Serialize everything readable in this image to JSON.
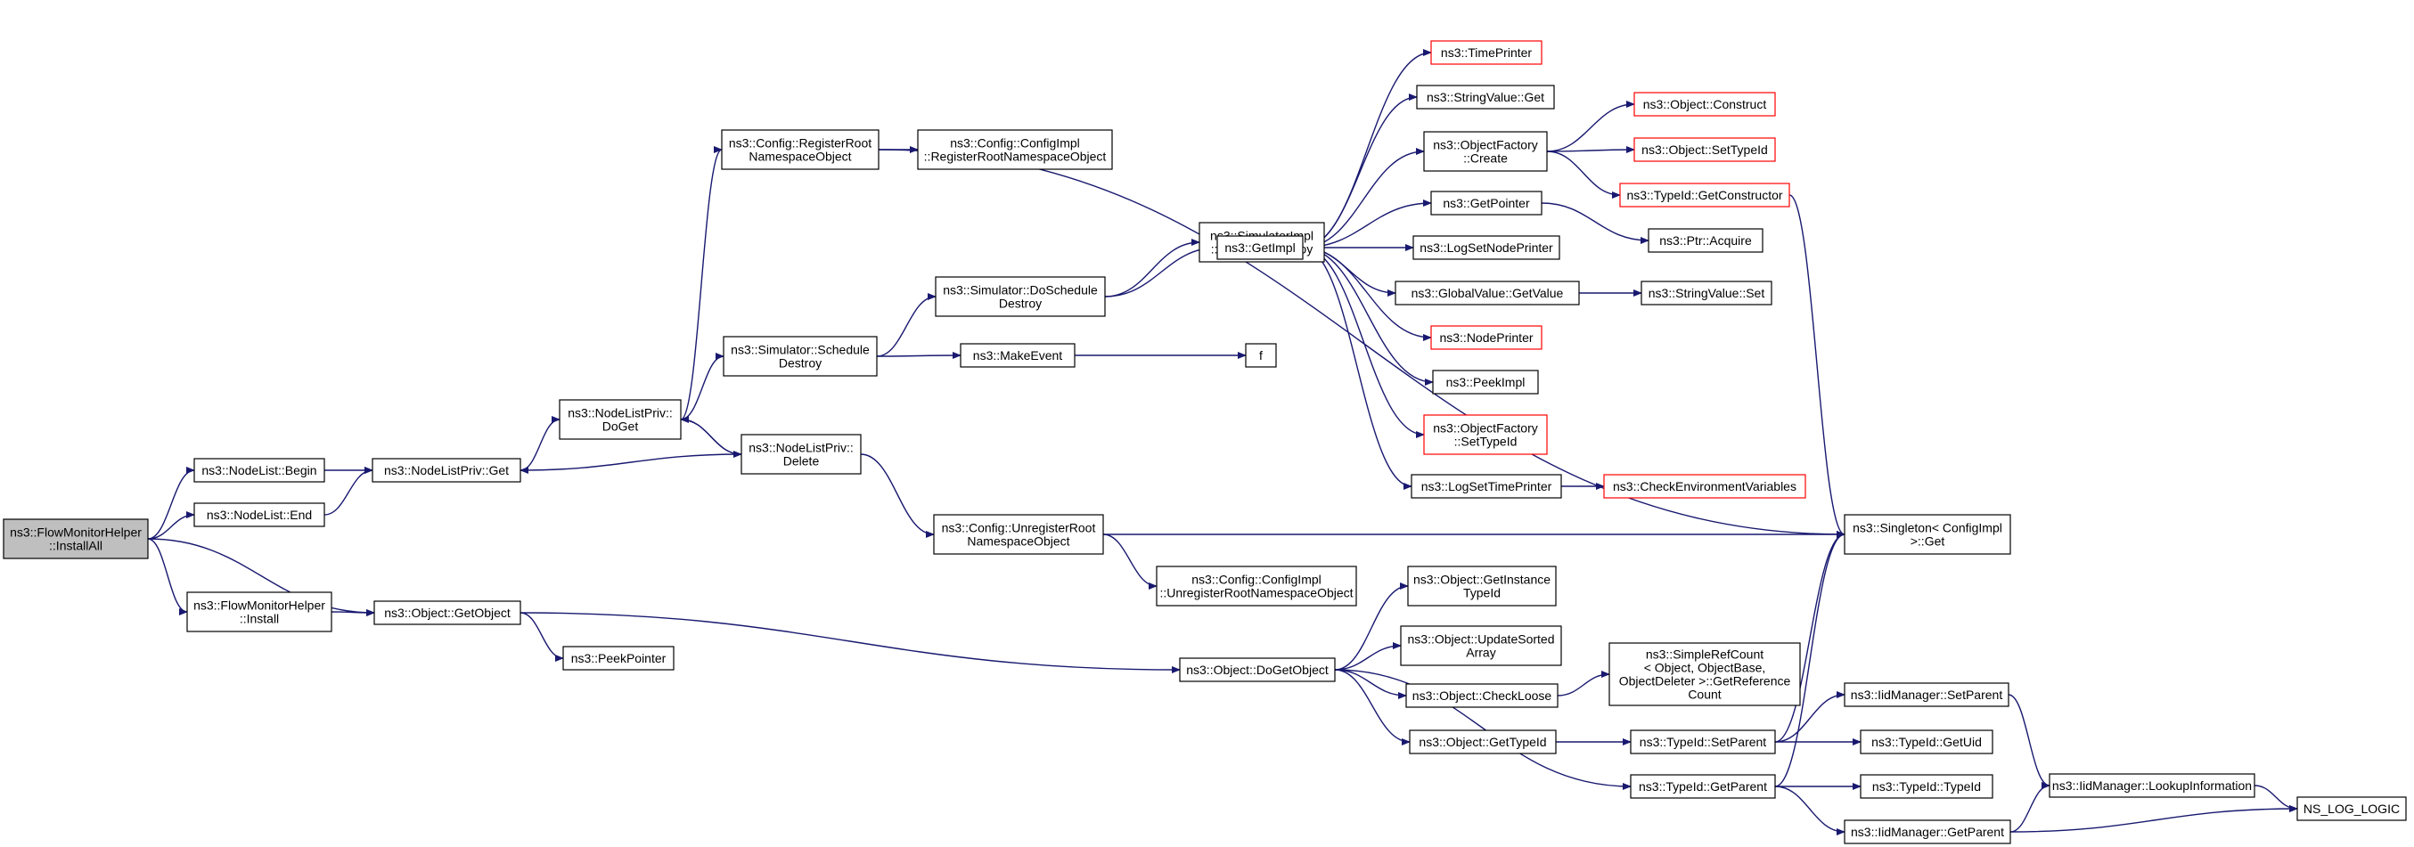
{
  "colors": {
    "edge": "#191970",
    "normal_border": "#000000",
    "truncated_border": "#ff0000",
    "root_fill": "#bfbfbf",
    "normal_fill": "#ffffff"
  },
  "nodes": [
    {
      "id": "root",
      "lines": [
        "ns3::FlowMonitorHelper",
        "::InstallAll"
      ],
      "style": "root"
    },
    {
      "id": "nl-begin",
      "lines": [
        "ns3::NodeList::Begin"
      ],
      "style": "normal"
    },
    {
      "id": "nl-end",
      "lines": [
        "ns3::NodeList::End"
      ],
      "style": "normal"
    },
    {
      "id": "fmh-install",
      "lines": [
        "ns3::FlowMonitorHelper",
        "::Install"
      ],
      "style": "normal"
    },
    {
      "id": "nlp-get",
      "lines": [
        "ns3::NodeListPriv::Get"
      ],
      "style": "normal"
    },
    {
      "id": "obj-getobject",
      "lines": [
        "ns3::Object::GetObject"
      ],
      "style": "normal"
    },
    {
      "id": "peekpointer",
      "lines": [
        "ns3::PeekPointer"
      ],
      "style": "normal"
    },
    {
      "id": "nlp-doget",
      "lines": [
        "ns3::NodeListPriv::",
        "DoGet"
      ],
      "style": "normal"
    },
    {
      "id": "nlp-delete",
      "lines": [
        "ns3::NodeListPriv::",
        "Delete"
      ],
      "style": "normal"
    },
    {
      "id": "cfg-regroot",
      "lines": [
        "ns3::Config::RegisterRoot",
        "NamespaceObject"
      ],
      "style": "normal"
    },
    {
      "id": "cfgimpl-regroot",
      "lines": [
        "ns3::Config::ConfigImpl",
        "::RegisterRootNamespaceObject"
      ],
      "style": "normal"
    },
    {
      "id": "sim-schedule",
      "lines": [
        "ns3::Simulator::Schedule",
        "Destroy"
      ],
      "style": "normal"
    },
    {
      "id": "sim-doschedule",
      "lines": [
        "ns3::Simulator::DoSchedule",
        "Destroy"
      ],
      "style": "normal"
    },
    {
      "id": "simimpl-schedule",
      "lines": [
        "ns3::SimulatorImpl",
        "::ScheduleDestroy"
      ],
      "style": "normal"
    },
    {
      "id": "makeevent",
      "lines": [
        "ns3::MakeEvent"
      ],
      "style": "normal"
    },
    {
      "id": "f",
      "lines": [
        "f"
      ],
      "style": "normal"
    },
    {
      "id": "getimpl",
      "lines": [
        "ns3::GetImpl"
      ],
      "style": "normal"
    },
    {
      "id": "timeprinter",
      "lines": [
        "ns3::TimePrinter"
      ],
      "style": "truncated"
    },
    {
      "id": "stringvalue-get",
      "lines": [
        "ns3::StringValue::Get"
      ],
      "style": "normal"
    },
    {
      "id": "objfactory-create",
      "lines": [
        "ns3::ObjectFactory",
        "::Create"
      ],
      "style": "normal"
    },
    {
      "id": "getpointer",
      "lines": [
        "ns3::GetPointer"
      ],
      "style": "normal"
    },
    {
      "id": "logsetnodeprinter",
      "lines": [
        "ns3::LogSetNodePrinter"
      ],
      "style": "normal"
    },
    {
      "id": "globalvalue-getvalue",
      "lines": [
        "ns3::GlobalValue::GetValue"
      ],
      "style": "normal"
    },
    {
      "id": "nodeprinter",
      "lines": [
        "ns3::NodePrinter"
      ],
      "style": "truncated"
    },
    {
      "id": "peekimpl",
      "lines": [
        "ns3::PeekImpl"
      ],
      "style": "normal"
    },
    {
      "id": "objfactory-settypeid",
      "lines": [
        "ns3::ObjectFactory",
        "::SetTypeId"
      ],
      "style": "truncated"
    },
    {
      "id": "logsettimeprinter",
      "lines": [
        "ns3::LogSetTimePrinter"
      ],
      "style": "normal"
    },
    {
      "id": "obj-construct",
      "lines": [
        "ns3::Object::Construct"
      ],
      "style": "truncated"
    },
    {
      "id": "obj-settypeid",
      "lines": [
        "ns3::Object::SetTypeId"
      ],
      "style": "truncated"
    },
    {
      "id": "typeid-getconstructor",
      "lines": [
        "ns3::TypeId::GetConstructor"
      ],
      "style": "truncated"
    },
    {
      "id": "ptr-acquire",
      "lines": [
        "ns3::Ptr::Acquire"
      ],
      "style": "normal"
    },
    {
      "id": "stringvalue-set",
      "lines": [
        "ns3::StringValue::Set"
      ],
      "style": "normal"
    },
    {
      "id": "checkenv",
      "lines": [
        "ns3::CheckEnvironmentVariables"
      ],
      "style": "truncated"
    },
    {
      "id": "cfg-unregroot",
      "lines": [
        "ns3::Config::UnregisterRoot",
        "NamespaceObject"
      ],
      "style": "normal"
    },
    {
      "id": "cfgimpl-unregroot",
      "lines": [
        "ns3::Config::ConfigImpl",
        "::UnregisterRootNamespaceObject"
      ],
      "style": "normal"
    },
    {
      "id": "singleton-get",
      "lines": [
        "ns3::Singleton< ConfigImpl",
        " >::Get"
      ],
      "style": "normal"
    },
    {
      "id": "obj-dogetobject",
      "lines": [
        "ns3::Object::DoGetObject"
      ],
      "style": "normal"
    },
    {
      "id": "obj-getinstancetypeid",
      "lines": [
        "ns3::Object::GetInstance",
        "TypeId"
      ],
      "style": "normal"
    },
    {
      "id": "obj-updatesorted",
      "lines": [
        "ns3::Object::UpdateSorted",
        "Array"
      ],
      "style": "normal"
    },
    {
      "id": "obj-checkloose",
      "lines": [
        "ns3::Object::CheckLoose"
      ],
      "style": "normal"
    },
    {
      "id": "obj-gettypeid",
      "lines": [
        "ns3::Object::GetTypeId"
      ],
      "style": "normal"
    },
    {
      "id": "simplerefcount",
      "lines": [
        "ns3::SimpleRefCount",
        "< Object, ObjectBase,",
        " ObjectDeleter >::GetReference",
        "Count"
      ],
      "style": "normal"
    },
    {
      "id": "typeid-setparent",
      "lines": [
        "ns3::TypeId::SetParent"
      ],
      "style": "normal"
    },
    {
      "id": "typeid-getparent",
      "lines": [
        "ns3::TypeId::GetParent"
      ],
      "style": "normal"
    },
    {
      "id": "iidmgr-setparent",
      "lines": [
        "ns3::IidManager::SetParent"
      ],
      "style": "normal"
    },
    {
      "id": "typeid-getuid",
      "lines": [
        "ns3::TypeId::GetUid"
      ],
      "style": "normal"
    },
    {
      "id": "typeid-typeid",
      "lines": [
        "ns3::TypeId::TypeId"
      ],
      "style": "normal"
    },
    {
      "id": "iidmgr-getparent",
      "lines": [
        "ns3::IidManager::GetParent"
      ],
      "style": "normal"
    },
    {
      "id": "iidmgr-lookup",
      "lines": [
        "ns3::IidManager::LookupInformation"
      ],
      "style": "normal"
    },
    {
      "id": "ns-log-logic",
      "lines": [
        "NS_LOG_LOGIC"
      ],
      "style": "normal"
    }
  ],
  "edges": [
    [
      "root",
      "nl-begin"
    ],
    [
      "root",
      "nl-end"
    ],
    [
      "root",
      "fmh-install"
    ],
    [
      "root",
      "obj-getobject"
    ],
    [
      "nl-begin",
      "nlp-get"
    ],
    [
      "nl-end",
      "nlp-get"
    ],
    [
      "fmh-install",
      "obj-getobject"
    ],
    [
      "nlp-get",
      "nlp-doget"
    ],
    [
      "nlp-doget",
      "cfg-regroot"
    ],
    [
      "nlp-doget",
      "sim-schedule"
    ],
    [
      "nlp-doget",
      "nlp-delete"
    ],
    [
      "nlp-delete",
      "nlp-get"
    ],
    [
      "nlp-delete",
      "nlp-doget"
    ],
    [
      "nlp-delete",
      "cfg-unregroot"
    ],
    [
      "cfg-regroot",
      "cfgimpl-regroot"
    ],
    [
      "cfg-regroot",
      "singleton-get"
    ],
    [
      "sim-schedule",
      "sim-doschedule"
    ],
    [
      "sim-schedule",
      "makeevent"
    ],
    [
      "sim-doschedule",
      "simimpl-schedule"
    ],
    [
      "sim-doschedule",
      "getimpl"
    ],
    [
      "makeevent",
      "f"
    ],
    [
      "getimpl",
      "timeprinter"
    ],
    [
      "getimpl",
      "stringvalue-get"
    ],
    [
      "getimpl",
      "objfactory-create"
    ],
    [
      "getimpl",
      "getpointer"
    ],
    [
      "getimpl",
      "logsetnodeprinter"
    ],
    [
      "getimpl",
      "globalvalue-getvalue"
    ],
    [
      "getimpl",
      "nodeprinter"
    ],
    [
      "getimpl",
      "peekimpl"
    ],
    [
      "getimpl",
      "objfactory-settypeid"
    ],
    [
      "getimpl",
      "logsettimeprinter"
    ],
    [
      "objfactory-create",
      "obj-construct"
    ],
    [
      "objfactory-create",
      "obj-settypeid"
    ],
    [
      "objfactory-create",
      "typeid-getconstructor"
    ],
    [
      "getpointer",
      "ptr-acquire"
    ],
    [
      "globalvalue-getvalue",
      "stringvalue-set"
    ],
    [
      "logsettimeprinter",
      "checkenv"
    ],
    [
      "typeid-getconstructor",
      "singleton-get"
    ],
    [
      "cfg-unregroot",
      "cfgimpl-unregroot"
    ],
    [
      "cfg-unregroot",
      "singleton-get"
    ],
    [
      "obj-getobject",
      "peekpointer"
    ],
    [
      "obj-getobject",
      "obj-dogetobject"
    ],
    [
      "obj-dogetobject",
      "obj-getinstancetypeid"
    ],
    [
      "obj-dogetobject",
      "obj-updatesorted"
    ],
    [
      "obj-dogetobject",
      "obj-checkloose"
    ],
    [
      "obj-dogetobject",
      "obj-gettypeid"
    ],
    [
      "obj-dogetobject",
      "typeid-getparent"
    ],
    [
      "obj-checkloose",
      "simplerefcount"
    ],
    [
      "obj-gettypeid",
      "typeid-setparent"
    ],
    [
      "typeid-setparent",
      "iidmgr-setparent"
    ],
    [
      "typeid-setparent",
      "typeid-getuid"
    ],
    [
      "typeid-setparent",
      "singleton-get"
    ],
    [
      "typeid-getparent",
      "typeid-typeid"
    ],
    [
      "typeid-getparent",
      "iidmgr-getparent"
    ],
    [
      "typeid-getparent",
      "singleton-get"
    ],
    [
      "iidmgr-setparent",
      "iidmgr-lookup"
    ],
    [
      "iidmgr-getparent",
      "iidmgr-lookup"
    ],
    [
      "iidmgr-getparent",
      "ns-log-logic"
    ],
    [
      "iidmgr-lookup",
      "ns-log-logic"
    ]
  ]
}
